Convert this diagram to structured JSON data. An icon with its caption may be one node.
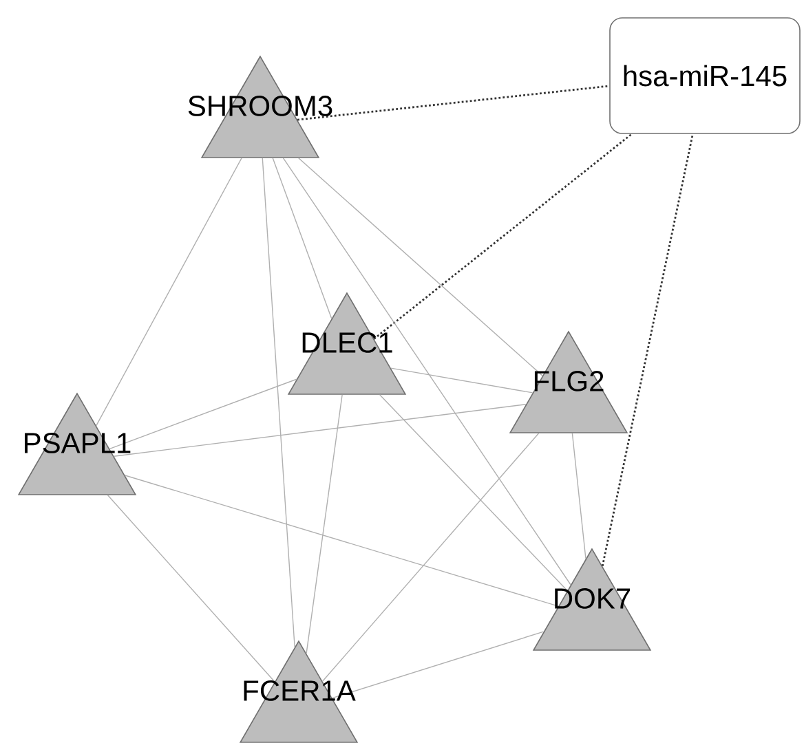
{
  "diagram": {
    "nodes": [
      {
        "text": [
          "SHROOM3"
        ]
      },
      {
        "text": [
          "hsa-miR-145"
        ]
      },
      {
        "text": [
          "DLEC1"
        ]
      },
      {
        "text": [
          "FLG2"
        ]
      },
      {
        "text": [
          "PSAPL1"
        ]
      },
      {
        "text": [
          "DOK7"
        ]
      },
      {
        "text": [
          "FCER1A"
        ]
      }
    ],
    "edges": [
      {
        "from": 0,
        "to": 1,
        "arrow": "none",
        "style": "dashed",
        "color": "#333333"
      },
      {
        "from": 2,
        "to": 1,
        "arrow": "none",
        "style": "dashed",
        "color": "#333333"
      },
      {
        "from": 5,
        "to": 1,
        "arrow": "none",
        "style": "dashed",
        "color": "#333333"
      },
      {
        "from": 0,
        "to": 4,
        "arrow": "none"
      },
      {
        "from": 0,
        "to": 2,
        "arrow": "none"
      },
      {
        "from": 0,
        "to": 3,
        "arrow": "none"
      },
      {
        "from": 0,
        "to": 5,
        "arrow": "none"
      },
      {
        "from": 0,
        "to": 6,
        "arrow": "none"
      },
      {
        "from": 2,
        "to": 3,
        "arrow": "none"
      },
      {
        "from": 2,
        "to": 4,
        "arrow": "none"
      },
      {
        "from": 2,
        "to": 6,
        "arrow": "none"
      },
      {
        "from": 2,
        "to": 5,
        "arrow": "none"
      },
      {
        "from": 4,
        "to": 3,
        "arrow": "none"
      },
      {
        "from": 4,
        "to": 5,
        "arrow": "none"
      },
      {
        "from": 4,
        "to": 6,
        "arrow": "none"
      },
      {
        "from": 3,
        "to": 5,
        "arrow": "none"
      },
      {
        "from": 3,
        "to": 6,
        "arrow": "none"
      },
      {
        "from": 5,
        "to": 6,
        "arrow": "none"
      }
    ]
  }
}
